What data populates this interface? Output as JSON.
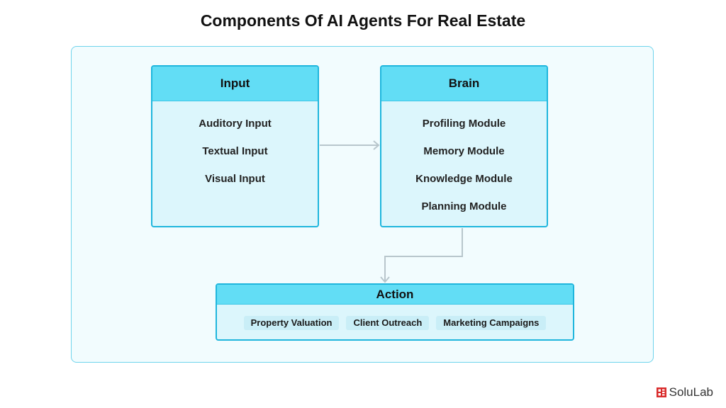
{
  "title": "Components Of AI Agents For Real Estate",
  "input_box": {
    "title": "Input",
    "items": [
      "Auditory Input",
      "Textual Input",
      "Visual Input"
    ]
  },
  "brain_box": {
    "title": "Brain",
    "items": [
      "Profiling Module",
      "Memory Module",
      "Knowledge Module",
      "Planning Module"
    ]
  },
  "action_box": {
    "title": "Action",
    "chips": [
      "Property Valuation",
      "Client Outreach",
      "Marketing Campaigns"
    ]
  },
  "logo": {
    "text": "SoluLab",
    "icon": "solulab-logo-icon"
  },
  "colors": {
    "accent": "#62ddf5",
    "box_fill": "#dcf6fc",
    "border": "#1fb6dd",
    "panel_fill": "#f2fcfe",
    "connector": "#b8c6cc",
    "logo_red": "#d92b2b"
  }
}
